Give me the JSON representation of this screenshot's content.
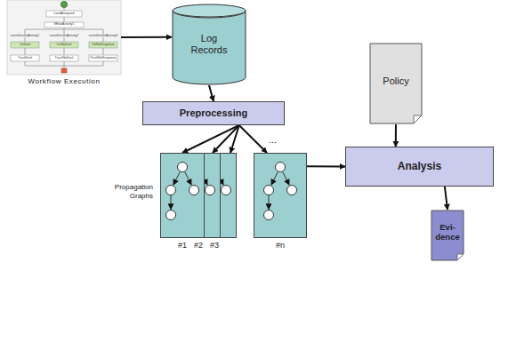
{
  "diagram": {
    "nodes": [
      {
        "text": [
          "Workflow Execution"
        ]
      },
      {
        "text": [
          "Log Records"
        ]
      },
      {
        "text": [
          "Policy"
        ]
      },
      {
        "text": [
          "Preprocessing"
        ]
      },
      {
        "text": [
          "#1"
        ]
      },
      {
        "text": [
          "#2"
        ]
      },
      {
        "text": [
          "#3"
        ]
      },
      {
        "text": [
          "#n"
        ]
      },
      {
        "text": [
          "Analysis"
        ]
      },
      {
        "text": [
          "Evi- dence"
        ]
      }
    ],
    "edges": [
      {
        "from": 0,
        "to": 1,
        "arrow": "to"
      },
      {
        "from": 1,
        "to": 3,
        "arrow": "to"
      },
      {
        "from": 3,
        "to": 4,
        "arrow": "to"
      },
      {
        "from": 3,
        "to": 5,
        "arrow": "to"
      },
      {
        "from": 3,
        "to": 6,
        "arrow": "to"
      },
      {
        "from": 3,
        "to": 7,
        "arrow": "to"
      },
      {
        "from": 7,
        "to": 8,
        "arrow": "to"
      },
      {
        "from": 2,
        "to": 8,
        "arrow": "to"
      },
      {
        "from": 8,
        "to": 9,
        "arrow": "to"
      }
    ],
    "labels": [
      "Propagation Graphs",
      "...",
      "LeadAssigned",
      "IfElseActivity1",
      "eventDrivenActivity1",
      "eventDrivenActivity2",
      "eventDrivenActivity3",
      "OnDeal",
      "OnNoDeal",
      "OnNoResponse",
      "TrackDeal",
      "TrackNoDeal",
      "TrackNoResponse"
    ]
  }
}
